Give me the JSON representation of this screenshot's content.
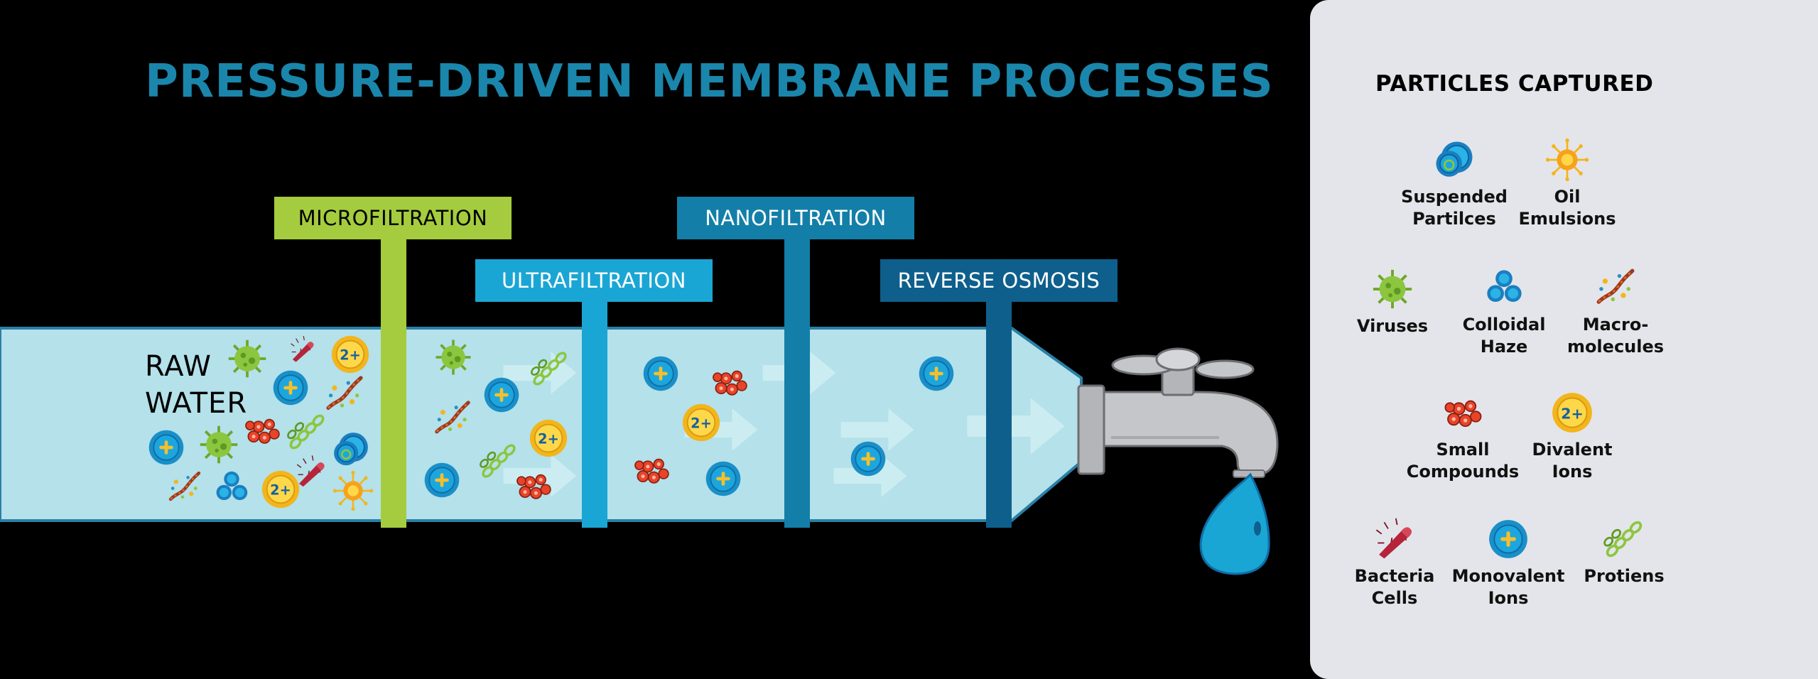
{
  "title": "PRESSURE-DRIVEN MEMBRANE PROCESSES",
  "raw_water": {
    "line1": "RAW",
    "line2": "WATER"
  },
  "stages": {
    "microfiltration": "MICROFILTRATION",
    "ultrafiltration": "ULTRAFILTRATION",
    "nanofiltration": "NANOFILTRATION",
    "reverse_osmosis": "REVERSE OSMOSIS"
  },
  "colors": {
    "title": "#1a86ab",
    "microfiltration": "#a5cc3e",
    "ultrafiltration": "#1aa6d4",
    "nanofiltration": "#137fa8",
    "reverse_osmosis": "#0e5f8c",
    "pipe": "#b4e1ea",
    "panel": "#e4e5ea"
  },
  "legend": {
    "title": "PARTICLES CAPTURED",
    "suspended_particles": {
      "line1": "Suspended",
      "line2": "Partilces",
      "icon": "suspended-particles-icon"
    },
    "oil_emulsions": {
      "line1": "Oil",
      "line2": "Emulsions",
      "icon": "oil-emulsion-icon"
    },
    "viruses": {
      "line1": "Viruses",
      "icon": "virus-icon"
    },
    "colloidal_haze": {
      "line1": "Colloidal",
      "line2": "Haze",
      "icon": "colloidal-haze-icon"
    },
    "macromolecules": {
      "line1": "Macro-",
      "line2": "molecules",
      "icon": "macromolecule-icon"
    },
    "small_compounds": {
      "line1": "Small",
      "line2": "Compounds",
      "icon": "small-compound-icon"
    },
    "divalent_ions": {
      "line1": "Divalent",
      "line2": "Ions",
      "icon": "divalent-ion-icon",
      "symbol": "2+"
    },
    "bacteria_cells": {
      "line1": "Bacteria",
      "line2": "Cells",
      "icon": "bacteria-icon"
    },
    "monovalent_ions": {
      "line1": "Monovalent",
      "line2": "Ions",
      "icon": "monovalent-ion-icon",
      "symbol": "+"
    },
    "proteins": {
      "line1": "Protiens",
      "icon": "protein-icon"
    }
  },
  "symbols": {
    "divalent": "2+",
    "monovalent": "+"
  }
}
